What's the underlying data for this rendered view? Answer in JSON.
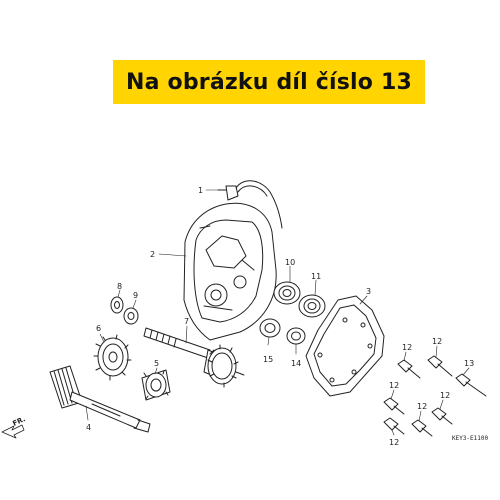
{
  "banner": {
    "text": "Na obrázku díl číslo 13",
    "bg_color": "#ffd400"
  },
  "diagram": {
    "callouts": {
      "p1": "1",
      "p2": "2",
      "p3": "3",
      "p4": "4",
      "p5": "5",
      "p6": "6",
      "p7": "7",
      "p8": "8",
      "p9": "9",
      "p10": "10",
      "p11": "11",
      "p12": "12",
      "p13": "13",
      "p14": "14",
      "p15": "15"
    },
    "direction_label": "FR.",
    "part_code": "KEY3-E1100"
  }
}
